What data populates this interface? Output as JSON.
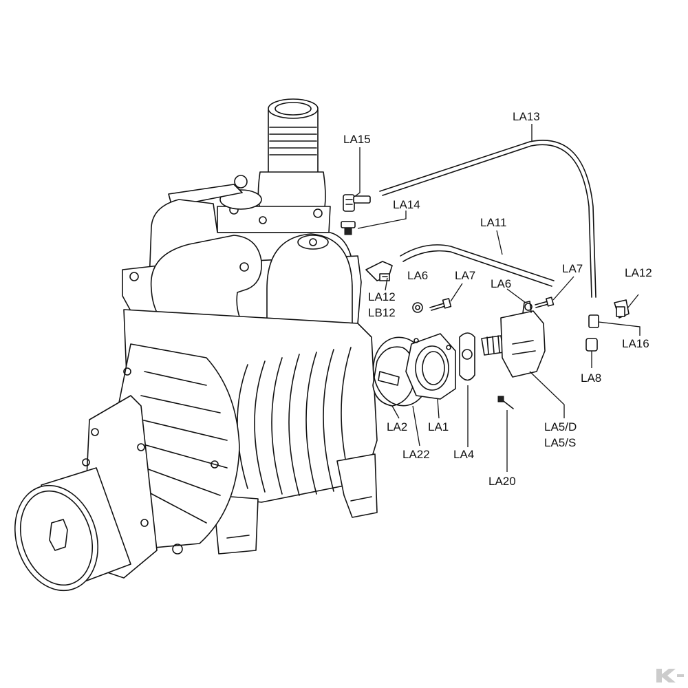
{
  "labels": {
    "LA13": "LA13",
    "LA15": "LA15",
    "LA14": "LA14",
    "LA11": "LA11",
    "LA6_left": "LA6",
    "LA7_left": "LA7",
    "LA6_right": "LA6",
    "LA7_right": "LA7",
    "LA12_left": "LA12",
    "LB12": "LB12",
    "LA12_right": "LA12",
    "LA16": "LA16",
    "LA8": "LA8",
    "LA2": "LA2",
    "LA1": "LA1",
    "LA22": "LA22",
    "LA4": "LA4",
    "LA5D": "LA5/D",
    "LA5S": "LA5/S",
    "LA20": "LA20"
  },
  "watermark_icon": "k-logo-watermark",
  "colors": {
    "line": "#111111",
    "background": "#ffffff",
    "watermark": "#cccccc"
  }
}
